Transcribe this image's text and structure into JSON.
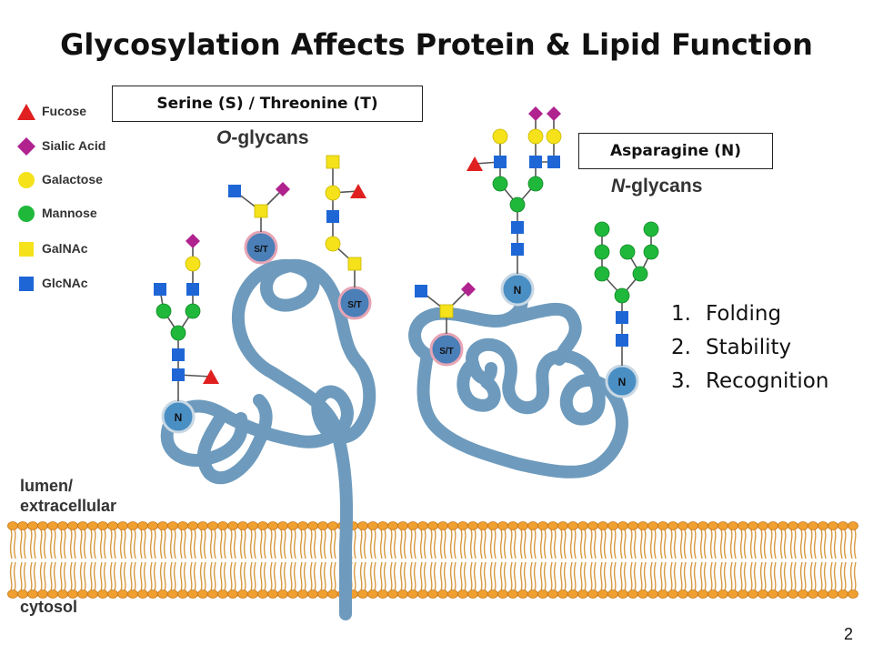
{
  "title": "Glycosylation Affects Protein & Lipid Function",
  "box_st": "Serine (S) / Threonine (T)",
  "box_n": "Asparagine (N)",
  "o_glycans": {
    "prefix": "O",
    "suffix": "-glycans"
  },
  "n_glycans": {
    "prefix": "N",
    "suffix": "-glycans"
  },
  "legend": [
    {
      "label": "Fucose",
      "shape": "triangle",
      "color": "#e02020"
    },
    {
      "label": "Sialic Acid",
      "shape": "diamond",
      "color": "#b0238f"
    },
    {
      "label": "Galactose",
      "shape": "circle",
      "color": "#f5e21b"
    },
    {
      "label": "Mannose",
      "shape": "circle",
      "color": "#1fb83b"
    },
    {
      "label": "GalNAc",
      "shape": "square",
      "color": "#f5e21b"
    },
    {
      "label": "GlcNAc",
      "shape": "square",
      "color": "#1e66d6"
    }
  ],
  "lumen_label": {
    "line1": "lumen/",
    "line2": "extracellular"
  },
  "cytosol_label": "cytosol",
  "functions": [
    {
      "num": "1.",
      "text": "Folding"
    },
    {
      "num": "2.",
      "text": "Stability"
    },
    {
      "num": "3.",
      "text": "Recognition"
    }
  ],
  "node_labels": {
    "n": "N",
    "st": "S/T"
  },
  "page_number": "2",
  "colors": {
    "protein": "#6e9bbd",
    "membrane_head": "#f0a030",
    "membrane_tail": "#d89a40",
    "node": "#4a8fc4"
  }
}
